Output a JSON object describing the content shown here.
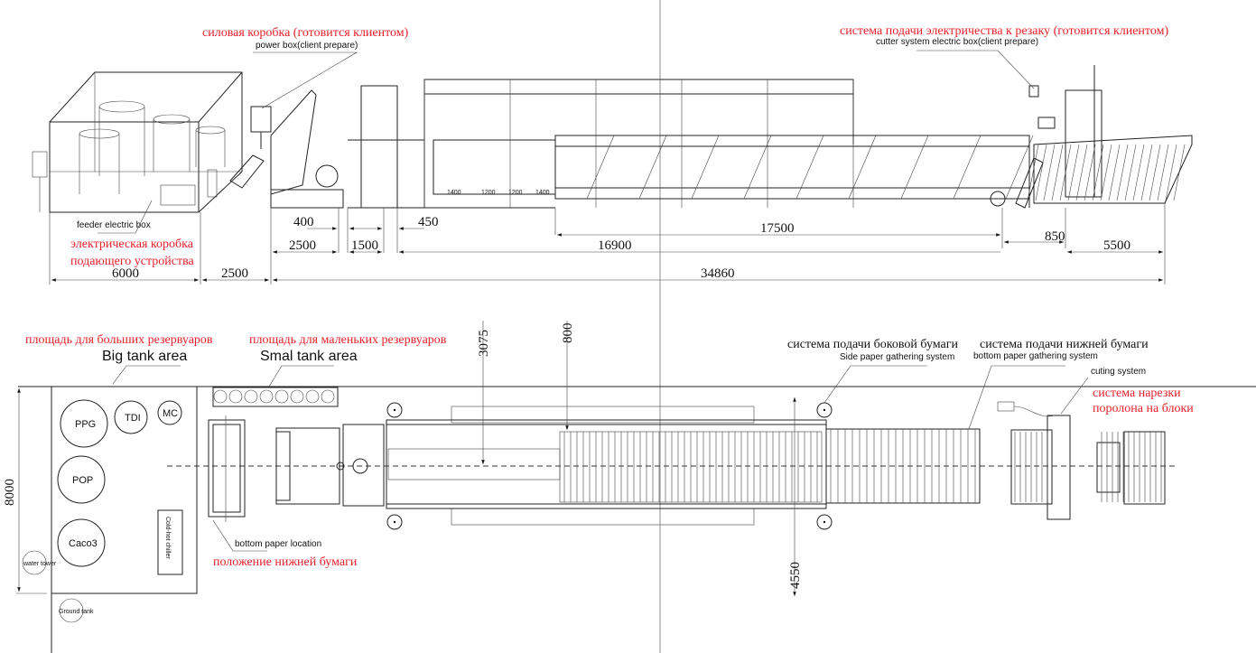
{
  "colors": {
    "annotation_red": "#e8212a",
    "line": "#222222"
  },
  "top_view": {
    "power_box_ru": "силовая коробка (готовится клиентом)",
    "power_box_en": "power box(client prepare)",
    "cutter_box_ru": "система подачи электричества к резаку (готовится клиентом)",
    "cutter_box_en": "cutter system electric box(client prepare)",
    "feeder_box_en": "feeder electric box",
    "feeder_box_ru_1": "электрическая коробка",
    "feeder_box_ru_2": "подающего устройства",
    "dimensions": {
      "d400": "400",
      "d450": "450",
      "d2500a": "2500",
      "d1500": "1500",
      "d16900": "16900",
      "d17500": "17500",
      "d850": "850",
      "d5500": "5500",
      "d6000": "6000",
      "d2500b": "2500",
      "d34860": "34860"
    },
    "small_dims": [
      "1400",
      "1200",
      "1200",
      "1400"
    ]
  },
  "plan_view": {
    "big_tank_ru": "площадь для больших резервуаров",
    "big_tank_en": "Big tank area",
    "small_tank_ru": "площадь для маленьких резервуаров",
    "small_tank_en": "Smal tank area",
    "tanks": {
      "ppg": "PPG",
      "tdi": "TDI",
      "mc": "MC",
      "pop": "POP",
      "caco3": "Caco3"
    },
    "chiller": "Cold-hot chiller",
    "water_tower": "water tower",
    "ground_tank": "Ground tank",
    "bottom_paper_en": "bottom paper location",
    "bottom_paper_ru": "положение нижней бумаги",
    "side_paper_ru": "система подачи боковой бумаги",
    "side_paper_en": "Side paper gathering system",
    "bottom_gather_ru": "система подачи нижней бумаги",
    "bottom_gather_en": "bottom paper gathering system",
    "cutting_en": "cuting system",
    "cutting_ru_1": "система нарезки",
    "cutting_ru_2": "поролона на блоки",
    "dimensions": {
      "d8000": "8000",
      "d3075": "3075",
      "d800": "800",
      "d4550": "4550"
    }
  }
}
